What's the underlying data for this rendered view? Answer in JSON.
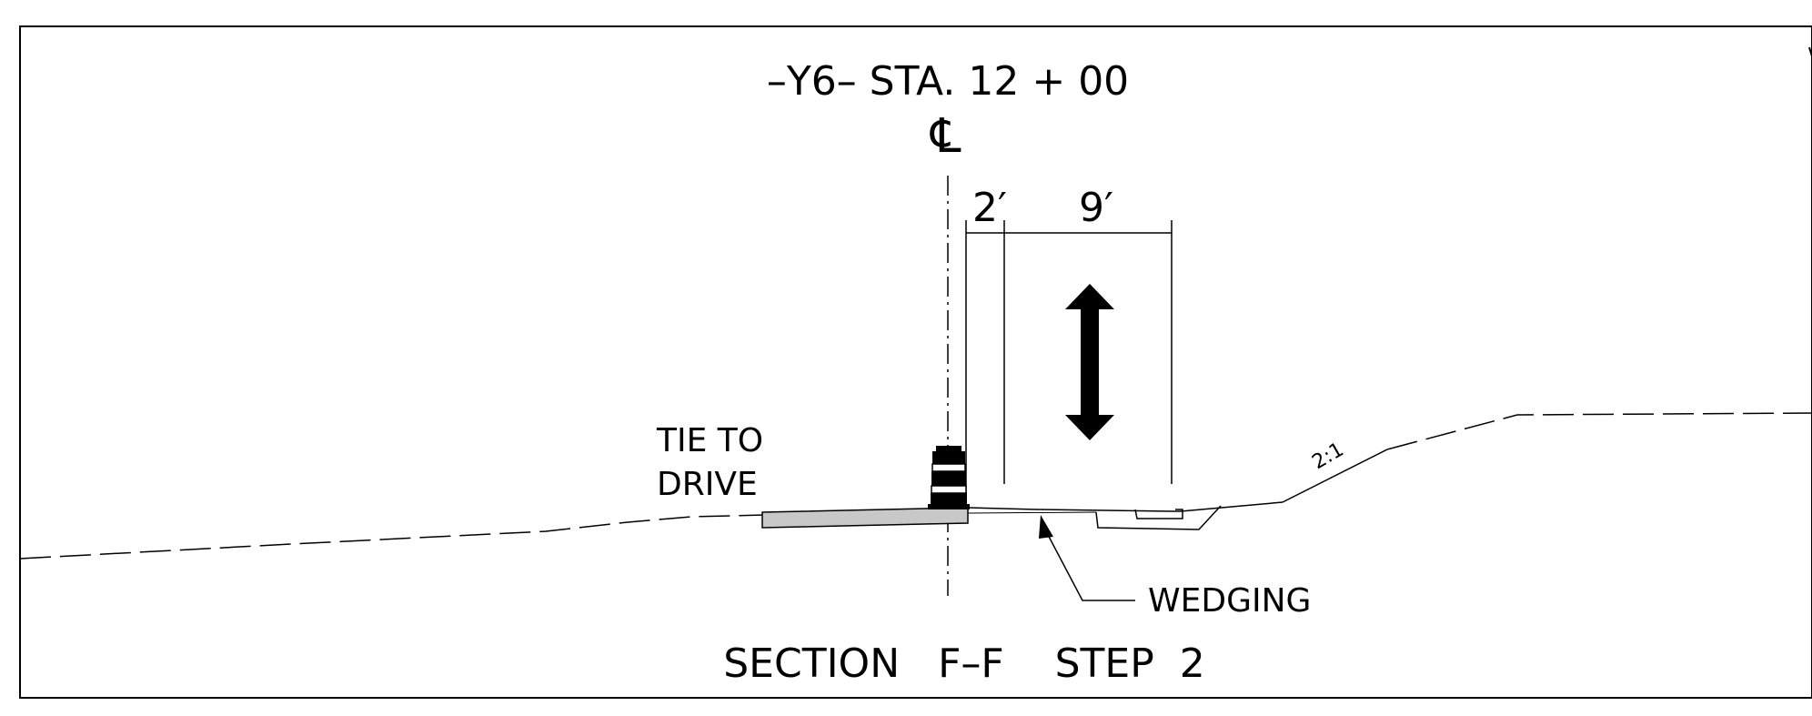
{
  "drawing": {
    "station_label": "–Y6–  STA. 12 + 00",
    "centerline_symbol": "℄",
    "dim_shoulder": "2′",
    "dim_lane": "9′",
    "tie_label_line1": "TIE  TO",
    "tie_label_line2": "DRIVE",
    "slope_label": "2:1",
    "wedging_label": "WEDGING",
    "section_title": "SECTION   F–F    STEP  2"
  },
  "colors": {
    "line": "#000000",
    "pavement_fill": "#c8c8c8",
    "background": "#ffffff"
  },
  "icons": {
    "traffic_arrow": "double-headed-arrow-icon",
    "drum": "traffic-drum-icon"
  }
}
